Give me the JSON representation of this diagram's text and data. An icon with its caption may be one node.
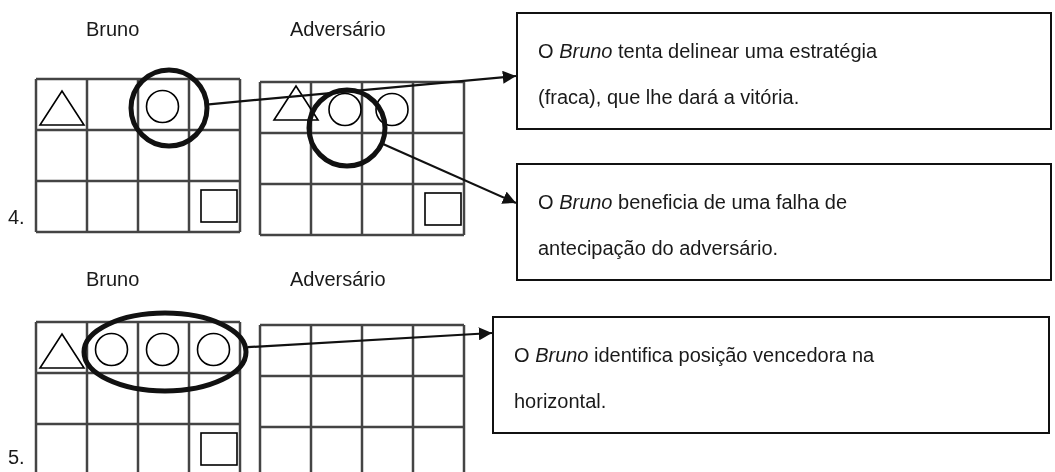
{
  "diagram": {
    "nodes": [
      {
        "text": [],
        "shape": "circle"
      },
      {
        "text": [
          "O *Bruno* tenta delinear uma estratégia (fraca), que lhe dará a vitória."
        ]
      },
      {
        "text": [],
        "shape": "circle"
      },
      {
        "text": [
          "O *Bruno* beneficia de uma falha de antecipação do adversário."
        ]
      },
      {
        "text": [],
        "shape": "ellipse"
      },
      {
        "text": [
          "O *Bruno* identifica posição vencedora na horizontal."
        ]
      }
    ],
    "edges": [
      {
        "from": 0,
        "to": 1,
        "arrow": "to"
      },
      {
        "from": 2,
        "to": 3,
        "arrow": "to"
      },
      {
        "from": 4,
        "to": 5,
        "arrow": "to"
      }
    ],
    "labels": [
      "Bruno",
      "Adversário",
      "4.",
      "Bruno",
      "Adversário",
      "5."
    ]
  }
}
